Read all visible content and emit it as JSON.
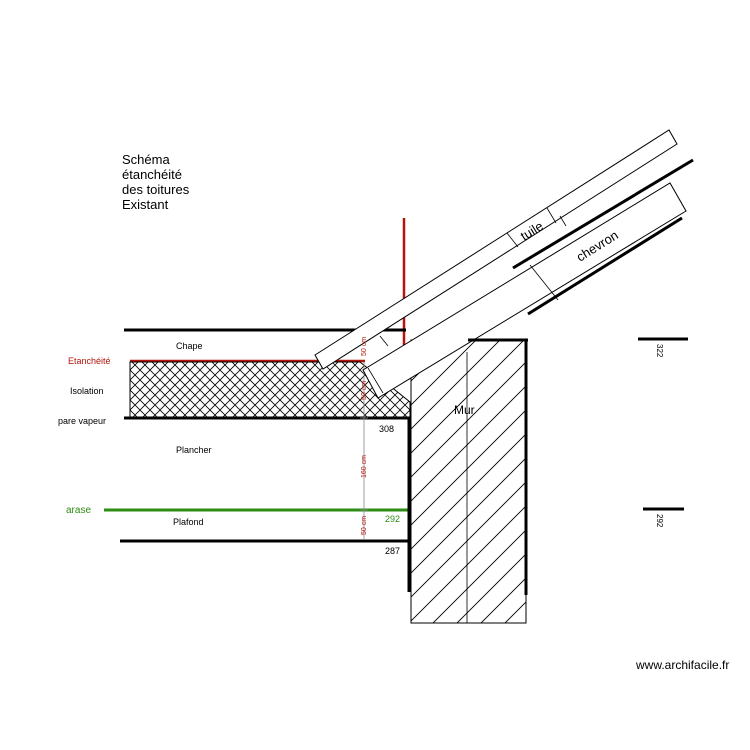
{
  "title": [
    "Schéma",
    "étanchéité",
    "des toitures",
    "Existant"
  ],
  "labels": {
    "chape": "Chape",
    "etancheite": "Etanchéité",
    "isolation": "Isolation",
    "pare_vapeur": "pare vapeur",
    "plancher": "Plancher",
    "arase": "arase",
    "plafond": "Plafond",
    "tuile": "tuile",
    "chevron": "chevron",
    "mur": "Mur"
  },
  "levels": {
    "l308": "308",
    "l292": "292",
    "l287": "287",
    "side_top": "322",
    "side_bottom": "292"
  },
  "dimensions": {
    "d1": "50 cm",
    "d2": "50 cm",
    "d3": "160 cm",
    "d4": "50 cm"
  },
  "footer": "www.archifacile.fr",
  "colors": {
    "red": "#b5140b",
    "green": "#2e8b13",
    "black": "#000000"
  }
}
